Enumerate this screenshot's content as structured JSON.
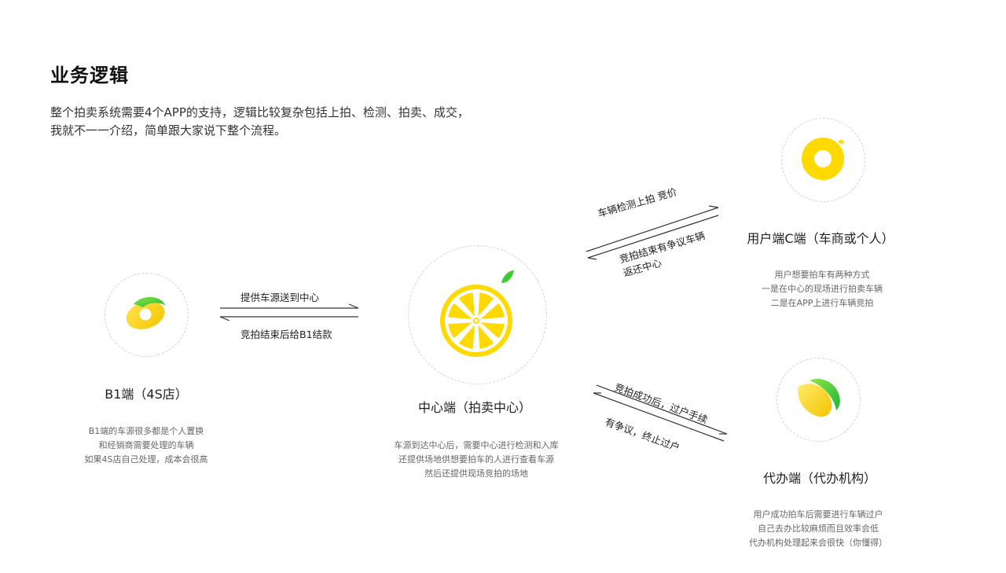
{
  "header": {
    "title": "业务逻辑",
    "intro_lines": [
      "整个拍卖系统需要4个APP的支持，逻辑比较复杂包括上拍、检测、拍卖、成交，",
      "我就不一一介绍，简单跟大家说下整个流程。"
    ]
  },
  "nodes": {
    "b1": {
      "name": "B1端（4S店）",
      "desc": [
        "B1端的车源很多都是个人置换",
        "和经销商需要处理的车辆",
        "如果4S店自己处理，成本会很高"
      ]
    },
    "center": {
      "name": "中心端（拍卖中心）",
      "desc": [
        "车源到达中心后，需要中心进行检测和入库",
        "还提供场地供想要拍车的人进行查看车源",
        "然后还提供现场竞拍的场地"
      ]
    },
    "user": {
      "name": "用户端C端（车商或个人）",
      "desc": [
        "用户想要拍车有两种方式",
        "一是在中心的现场进行拍卖车辆",
        "二是在APP上进行车辆竞拍"
      ]
    },
    "agent": {
      "name": "代办端（代办机构）",
      "desc": [
        "用户成功拍车后需要进行车辆过户",
        "自己去办比较麻烦而且效率会低",
        "代办机构处理起来会很快（你懂得）"
      ]
    }
  },
  "flows": {
    "b1_to_center": "提供车源送到中心",
    "center_to_b1": "竞拍结束后给B1结款",
    "center_to_user": "车辆检测上拍  竞价",
    "user_to_center_1": "竞拍结束有争议车辆",
    "user_to_center_2": "返还中心",
    "center_to_agent": "竞拍成功后，过户手续",
    "agent_to_center": "有争议，终止过户"
  },
  "colors": {
    "yellow": "#FFD900",
    "green": "#3FCB30",
    "ring": "#d2d2d2"
  }
}
